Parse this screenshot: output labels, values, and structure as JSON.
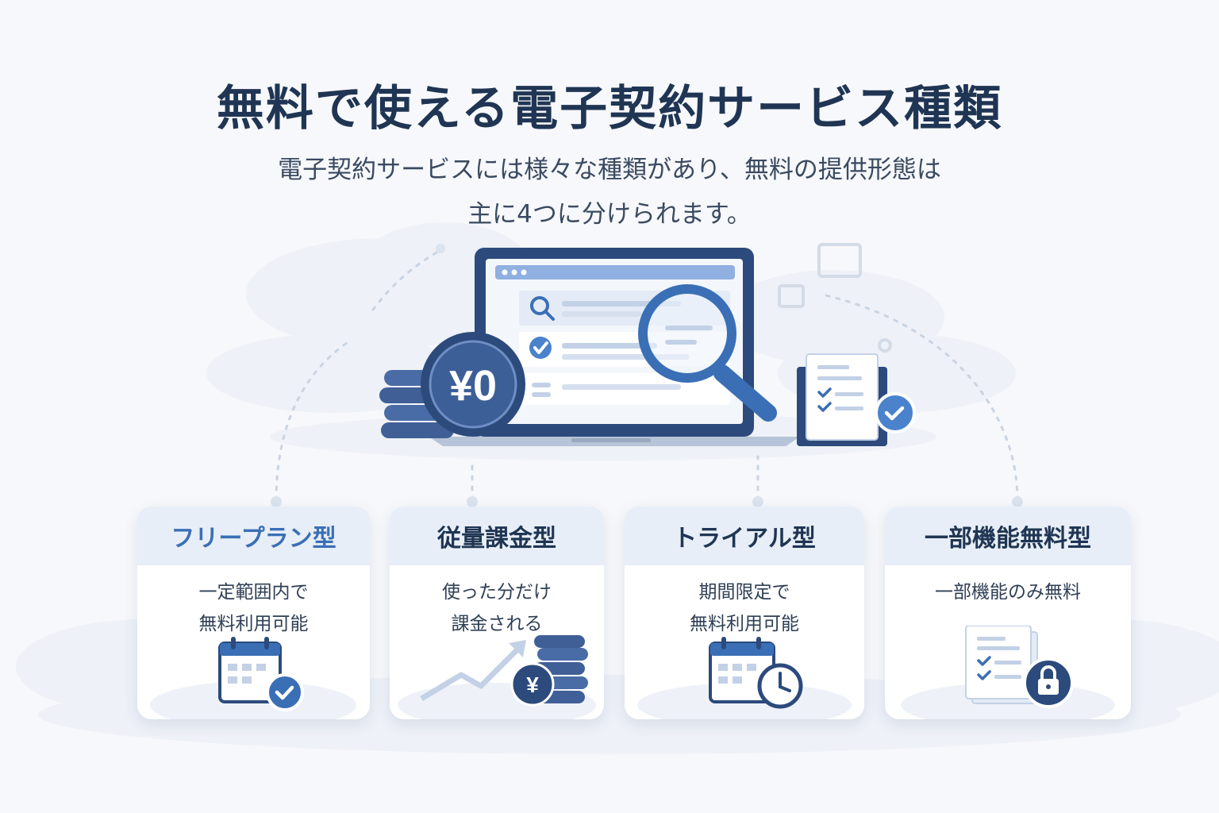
{
  "title": "無料で使える電子契約サービス種類",
  "subtitle": {
    "line1": "電子契約サービスには様々な種類があり、無料の提供形態は",
    "line2": "主に4つに分けられます。"
  },
  "hero": {
    "coin_label": "¥0",
    "icons": [
      "laptop-icon",
      "search-icon",
      "check-icon",
      "magnifier-icon",
      "coin-stack-icon",
      "checklist-document-icon"
    ]
  },
  "cards": [
    {
      "title": "フリープラン型",
      "desc1": "一定範囲内で",
      "desc2": "無料利用可能",
      "icon": "calendar-check-icon"
    },
    {
      "title": "従量課金型",
      "desc1": "使った分だけ",
      "desc2": "課金される",
      "icon": "growth-coins-icon",
      "coin_label": "¥"
    },
    {
      "title": "トライアル型",
      "desc1": "期間限定で",
      "desc2": "無料利用可能",
      "icon": "calendar-clock-icon"
    },
    {
      "title": "一部機能無料型",
      "desc1": "一部機能のみ無料",
      "desc2": "",
      "icon": "document-lock-icon"
    }
  ],
  "colors": {
    "primary": "#3a6fb6",
    "navy": "#2c4a7c",
    "light": "#e8eef7",
    "text": "#1f3553"
  }
}
